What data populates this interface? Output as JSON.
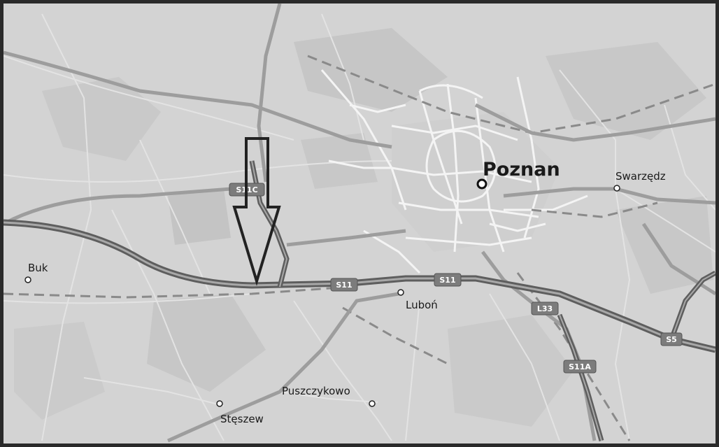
{
  "map": {
    "cities": {
      "poznan": "Poznan",
      "swarzedz": "Swarzędz",
      "buk": "Buk",
      "lubon": "Luboń",
      "puszczykowo": "Puszczykowo",
      "steszew": "Stęszew"
    },
    "road_shields": {
      "s11_west": "S11",
      "s11_east": "S11",
      "s11c": "S11C",
      "l33": "L33",
      "s11a": "S11A",
      "s5": "S5"
    },
    "marker": {
      "type": "arrow",
      "direction": "down"
    },
    "colors": {
      "background": "#d3d3d3",
      "motorway": "#6e6e6e",
      "urban_roads": "#f4f4f4",
      "shield": "#7c7c7c",
      "arrow_outline": "#222222"
    }
  }
}
